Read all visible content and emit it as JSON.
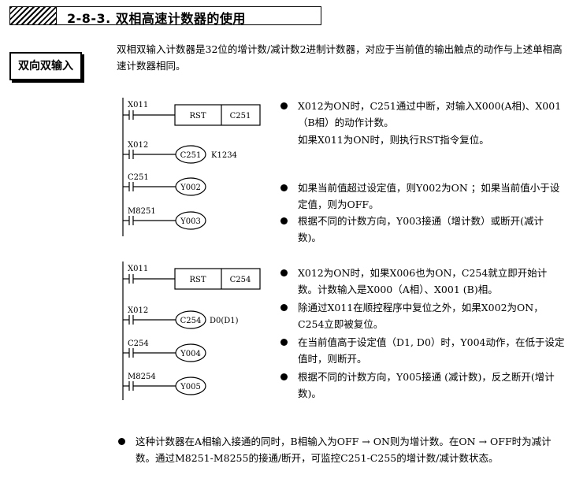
{
  "header": {
    "title": "2-8-3. 双相高速计数器的使用"
  },
  "side_label": "双向双输入",
  "intro": "双相双输入计数器是32位的增计数/减计数2进制计数器，对应于当前值的输出触点的动作与上述单相高速计数器相同。",
  "ladder1": {
    "rungs": [
      {
        "contact": "X011",
        "instr": "RST",
        "operand": "C251"
      },
      {
        "contact": "X012",
        "coil": "C251",
        "setting": "K1234"
      },
      {
        "contact": "C251",
        "coil": "Y002"
      },
      {
        "contact": "M8251",
        "coil": "Y003"
      }
    ]
  },
  "ladder2": {
    "rungs": [
      {
        "contact": "X011",
        "instr": "RST",
        "operand": "C254"
      },
      {
        "contact": "X012",
        "coil": "C254",
        "setting": "D0(D1)"
      },
      {
        "contact": "C254",
        "coil": "Y004"
      },
      {
        "contact": "M8254",
        "coil": "Y005"
      }
    ]
  },
  "group1": {
    "b1": "X012为ON时，C251通过中断，对输入X000(A相)、X001（B相）的动作计数。",
    "b1_note": "如果X011为ON时，则执行RST指令复位。",
    "b2": "如果当前值超过设定值，则Y002为ON ；如果当前值小于设定值，则为OFF。",
    "b3": "根据不同的计数方向，Y003接通（增计数）或断开(减计数)。"
  },
  "group2": {
    "b1": "X012为ON时，如果X006也为ON，C254就立即开始计数。计数输入是X000（A相）、X001 (B)相。",
    "b2": "除通过X011在顺控程序中复位之外，如果X002为ON，C254立即被复位。",
    "b3": "在当前值高于设定值（D1, D0）时，Y004动作，在低于设定值时，则断开。",
    "b4": "根据不同的计数方向，Y005接通 (减计数)，反之断开(增计数)。"
  },
  "footer": "这种计数器在A相输入接通的同时，B相输入为OFF → ON则为增计数。在ON → OFF时为减计数。通过M8251-M8255的接通/断开，可监控C251-C255的增计数/减计数状态。"
}
